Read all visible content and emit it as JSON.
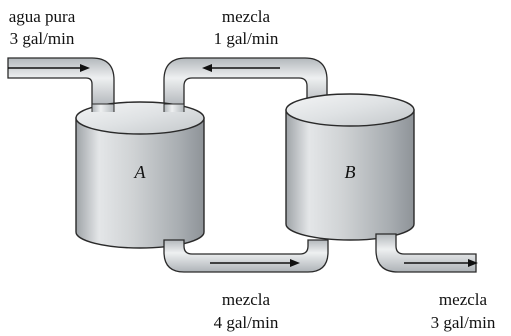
{
  "inflow": {
    "line1": "agua pura",
    "line2": "3 gal/min"
  },
  "top_pipe": {
    "line1": "mezcla",
    "line2": "1 gal/min"
  },
  "bottom_pipe": {
    "line1": "mezcla",
    "line2": "4 gal/min"
  },
  "outflow": {
    "line1": "mezcla",
    "line2": "3 gal/min"
  },
  "tanks": {
    "a": "A",
    "b": "B"
  },
  "colors": {
    "tank_body": "#c9ccce",
    "tank_top": "#e6e8ea",
    "pipe": "#cfd3d6",
    "arrow": "#111111"
  }
}
